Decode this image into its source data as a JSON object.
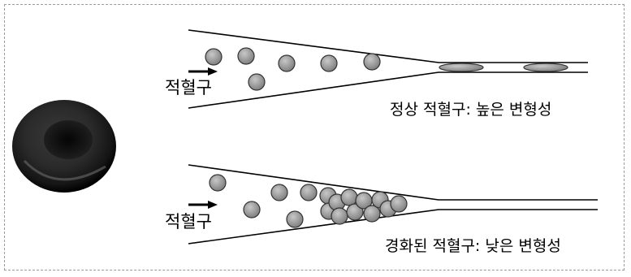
{
  "top_panel": {
    "inlet_label": "적혈구",
    "caption": "정상 적혈구: 높은 변형성"
  },
  "bottom_panel": {
    "inlet_label": "적혈구",
    "caption": "경화된 적혈구: 낮은 변형성"
  },
  "colors": {
    "cell_fill": "#9a9a9a",
    "cell_stroke": "#333333",
    "line": "#000000",
    "rbc_photo_dark": "#1a1a1a",
    "border": "#9a9a9a"
  }
}
